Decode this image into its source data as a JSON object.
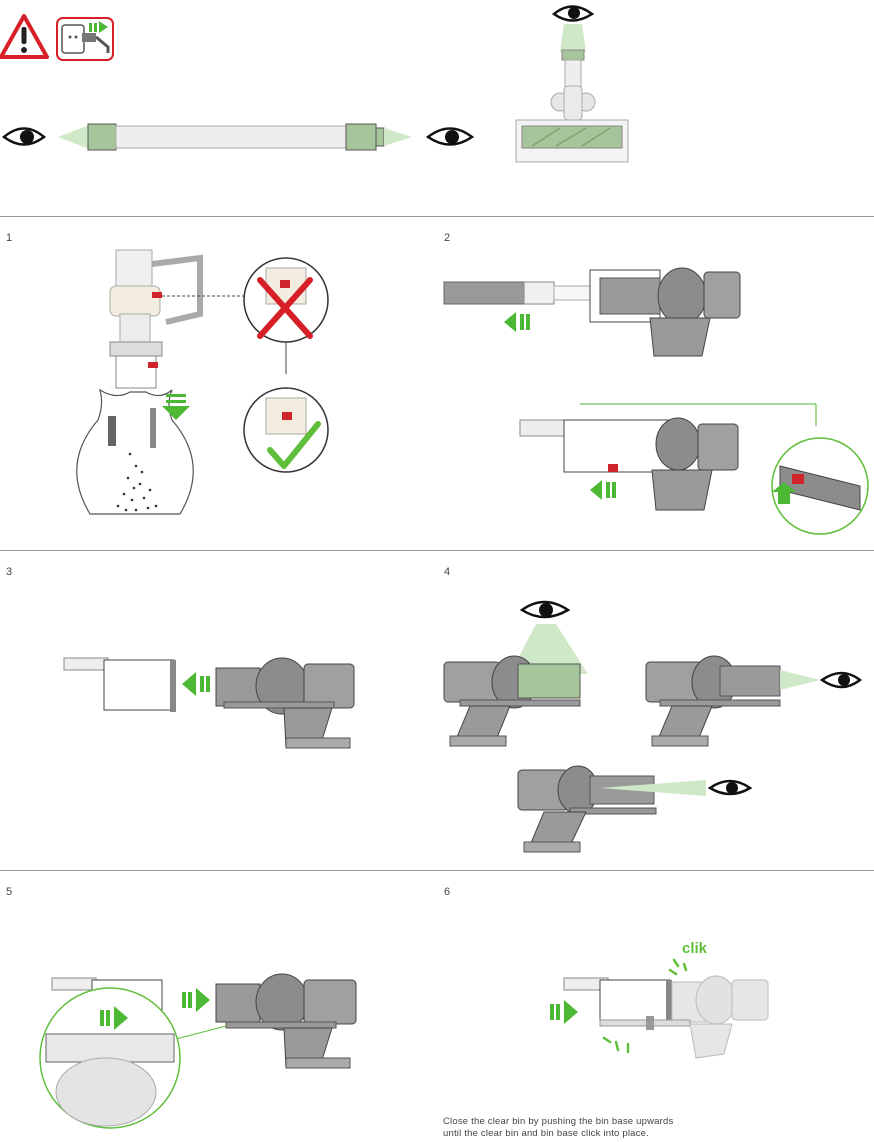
{
  "steps": [
    {
      "number": "1"
    },
    {
      "number": "2"
    },
    {
      "number": "3"
    },
    {
      "number": "4"
    },
    {
      "number": "5"
    },
    {
      "number": "6"
    }
  ],
  "step6": {
    "sound_label": "clik",
    "caption_line1": "Close the clear bin by pushing the bin base upwards",
    "caption_line2": "until the clear bin and bin base click into place."
  },
  "colors": {
    "accent_green": "#5fbf3b",
    "arrow_green": "#4cb833",
    "warning_red": "#d61f26",
    "release_red": "#d0242b",
    "gray_body": "#8c8c8c",
    "light_gray": "#e2e2e2",
    "filter_green": "#a7c59a"
  },
  "icons": [
    "warning-icon",
    "unplug-icon",
    "eye-icon",
    "arrow-icon",
    "cross-icon",
    "check-icon"
  ]
}
